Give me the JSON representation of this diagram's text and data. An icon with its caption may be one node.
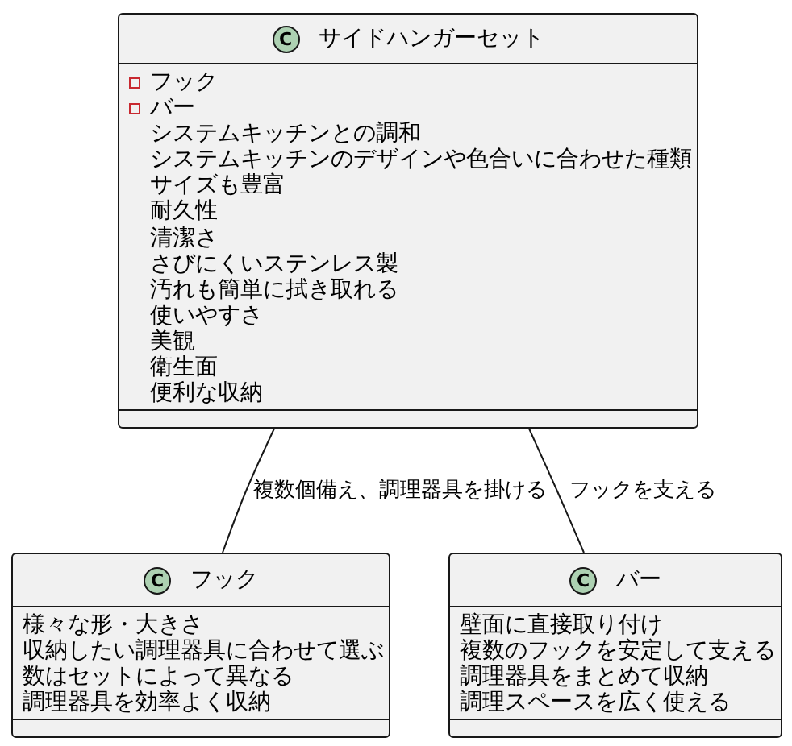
{
  "diagram": {
    "nodes": [
      {
        "text": [
          "C",
          "サイドハンガーセット",
          "フック",
          "バー",
          "システムキッチンとの調和",
          "システムキッチンのデザインや色合いに合わせた種類",
          "サイズも豊富",
          "耐久性",
          "清潔さ",
          "さびにくいステンレス製",
          "汚れも簡単に拭き取れる",
          "使いやすさ",
          "美観",
          "衛生面",
          "便利な収納"
        ]
      },
      {
        "text": [
          "C",
          "フック",
          "様々な形・大きさ",
          "収納したい調理器具に合わせて選ぶ",
          "数はセットによって異なる",
          "調理器具を効率よく収納"
        ]
      },
      {
        "text": [
          "C",
          "バー",
          "壁面に直接取り付け",
          "複数のフックを安定して支える",
          "調理器具をまとめて収納",
          "調理スペースを広く使える"
        ]
      }
    ],
    "edges": [
      {
        "from": 0,
        "to": 1,
        "arrow": "none",
        "label": "複数個備え、調理器具を掛ける"
      },
      {
        "from": 0,
        "to": 2,
        "arrow": "none",
        "label": "フックを支える"
      }
    ]
  }
}
